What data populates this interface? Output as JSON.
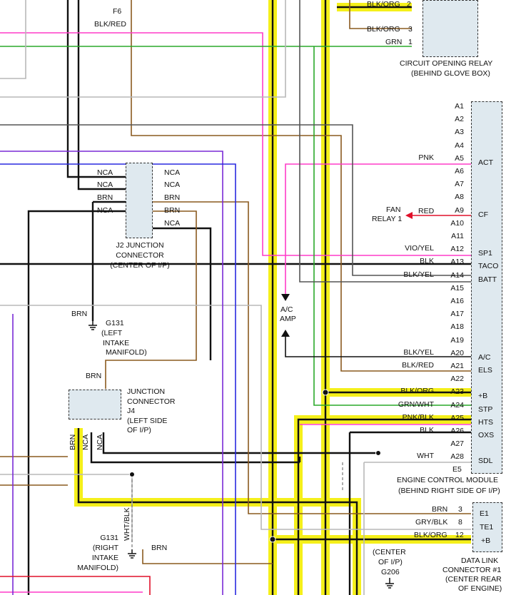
{
  "diagram": {
    "colors": {
      "yellow_highlight": "#f5f01a",
      "pink": "#ff3cc8",
      "green": "#2aa82a",
      "brown": "#8a5a1f",
      "purple": "#7a2ad6",
      "blue": "#2a2ae0",
      "red": "#e0102a",
      "grey": "#b8b8b8",
      "connector_fill": "#dfe9ef"
    },
    "relay": {
      "pin_f6": "F6",
      "wire_blk_red": "BLK/RED",
      "wire_blk_org_top": "BLK/ORG",
      "pin_2": "2",
      "wire_blk_org": "BLK/ORG",
      "pin_3": "3",
      "wire_grn": "GRN",
      "pin_1": "1",
      "title_line1": "CIRCUIT OPENING RELAY",
      "title_line2": "(BEHIND GLOVE BOX)"
    },
    "j2": {
      "left_labels": [
        "NCA",
        "NCA",
        "BRN",
        "NCA"
      ],
      "right_labels": [
        "NCA",
        "NCA",
        "BRN",
        "BRN",
        "NCA"
      ],
      "title_line1": "J2 JUNCTION",
      "title_line2": "CONNECTOR",
      "title_line3": "(CENTER OF I/P)"
    },
    "g131_left": {
      "wire": "BRN",
      "name": "G131",
      "line1": "(LEFT",
      "line2": "INTAKE",
      "line3": "MANIFOLD)"
    },
    "j4": {
      "wire_top": "BRN",
      "title_line1": "JUNCTION",
      "title_line2": "CONNECTOR",
      "title_line3": "J4",
      "title_line4": "(LEFT SIDE",
      "title_line5": "OF I/P)",
      "bottom_wires": [
        "BRN",
        "NCA",
        "NCA"
      ]
    },
    "ac_amp": {
      "line1": "A/C",
      "line2": "AMP"
    },
    "fan_relay": {
      "line1": "FAN",
      "line2": "RELAY 1",
      "wire": "RED"
    },
    "g131_right": {
      "wire_vertical": "WHT/BLK",
      "wire": "BRN",
      "name": "G131",
      "line1": "(RIGHT",
      "line2": "INTAKE",
      "line3": "MANIFOLD)"
    },
    "ecm": {
      "pins": [
        "A1",
        "A2",
        "A3",
        "A4",
        "A5",
        "A6",
        "A7",
        "A8",
        "A9",
        "A10",
        "A11",
        "A12",
        "A13",
        "A14",
        "A15",
        "A16",
        "A17",
        "A18",
        "A19",
        "A20",
        "A21",
        "A22",
        "A23",
        "A24",
        "A25",
        "A26",
        "A27",
        "A28"
      ],
      "functions": {
        "A5": "ACT",
        "A9": "CF",
        "A12": "SP1",
        "A13": "TACO",
        "A14": "BATT",
        "A20": "A/C",
        "A21": "ELS",
        "A23": "+B",
        "A24": "STP",
        "A25": "HTS",
        "A26": "OXS",
        "A28": "SDL"
      },
      "wires": {
        "A5": "PNK",
        "A12": "VIO/YEL",
        "A13": "BLK",
        "A14": "BLK/YEL",
        "A20": "BLK/YEL",
        "A21": "BLK/RED",
        "A23": "BLK/ORG",
        "A24": "GRN/WHT",
        "A25": "PNK/BLK",
        "A26": "BLK",
        "A28": "WHT"
      },
      "pin_e5": "E5",
      "title_line1": "ENGINE CONTROL MODULE",
      "title_line2": "(BEHIND RIGHT SIDE OF I/P)"
    },
    "dlc": {
      "rows": [
        {
          "wire": "BRN",
          "pin": "3",
          "func": "E1"
        },
        {
          "wire": "GRY/BLK",
          "pin": "8",
          "func": "TE1"
        },
        {
          "wire": "BLK/ORG",
          "pin": "12",
          "func": "+B"
        }
      ],
      "title_line1": "DATA LINK",
      "title_line2": "CONNECTOR #1",
      "title_line3": "(CENTER REAR",
      "title_line4": "OF ENGINE)"
    },
    "g206": {
      "line1": "(CENTER",
      "line2": "OF I/P)",
      "name": "G206"
    }
  }
}
